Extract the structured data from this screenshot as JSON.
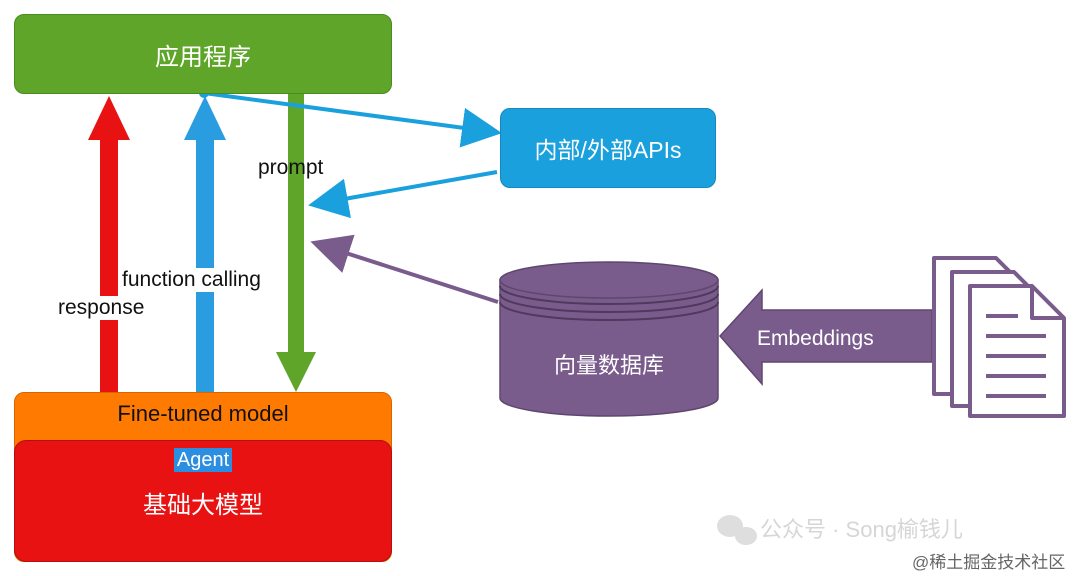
{
  "nodes": {
    "app": "应用程序",
    "apis": "内部/外部APIs",
    "fine_tuned": "Fine-tuned model",
    "agent": "Agent",
    "base_model": "基础大模型",
    "vector_db": "向量数据库"
  },
  "edges": {
    "prompt": "prompt",
    "function_calling": "function calling",
    "response": "response",
    "embeddings": "Embeddings"
  },
  "watermark": {
    "text": "公众号 · Song榆钱儿",
    "site": "@稀土掘金技术社区"
  },
  "colors": {
    "green": "#5ea52a",
    "blue": "#1ba0de",
    "red": "#e81212",
    "orange": "#ff7a00",
    "purple": "#7a5c8c"
  }
}
